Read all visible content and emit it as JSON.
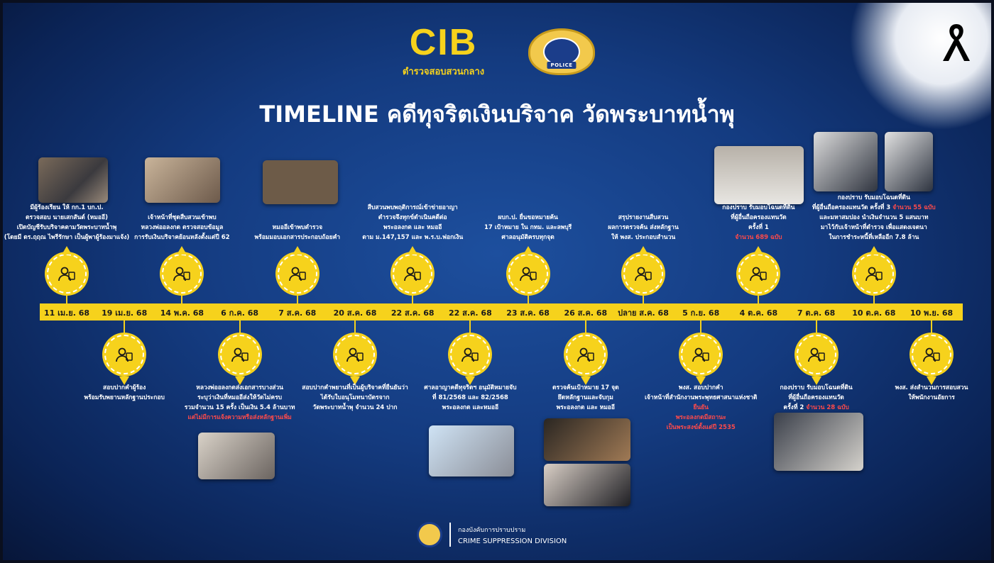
{
  "header": {
    "logo_text": "CIB",
    "logo_subtitle": "ตำรวจสอบสวนกลาง",
    "badge_text": "POLICE",
    "title": "TIMELINE คดีทุจริตเงินบริจาค วัดพระบาทน้ำพุ"
  },
  "colors": {
    "accent": "#f6d21c",
    "background": "#143b80",
    "highlight": "#ff4a4a"
  },
  "timeline": {
    "dates": [
      "11 เม.ย. 68",
      "19 เม.ย. 68",
      "14 พ.ค. 68",
      "6 ก.ค. 68",
      "7 ส.ค. 68",
      "20 ส.ค. 68",
      "22 ส.ค. 68",
      "22 ส.ค. 68",
      "23 ส.ค. 68",
      "26 ส.ค. 68",
      "ปลาย ส.ค. 68",
      "5 ก.ย. 68",
      "4 ต.ค. 68",
      "7 ต.ค. 68",
      "10 ต.ค. 68",
      "10 พ.ย. 68"
    ],
    "events": [
      {
        "icon": "complaint-person-icon",
        "lines": [
          "มีผู้ร้องเรียน ให้ กก.1 บก.ป.",
          "ตรวจสอบ นายเสกสันต์ (หมออี)",
          "เปิดบัญชีรับบริจาคตามวัดพระบาทน้ำพุ",
          "(โดยมี ดร.ฤฤณ ไพรีรักษา เป็นผู้พาผู้ร้องมาแจ้ง)"
        ]
      },
      {
        "icon": "interview-people-icon",
        "lines": [
          "สอบปากคำผู้ร้อง",
          "พร้อมรับพยานหลักฐานประกอบ"
        ]
      },
      {
        "icon": "monk-icon",
        "lines": [
          "เจ้าหน้าที่ชุดสืบสวนเข้าพบ",
          "หลวงพ่ออลงกต ตรวจสอบข้อมูล",
          "การรับเงินบริจาคย้อนหลังตั้งแต่ปี 62"
        ]
      },
      {
        "icon": "document-icon",
        "lines": [
          "หลวงพ่ออลงกตส่งเอกสารบางส่วน",
          "ระบุว่าเงินที่หมออีส่งให้วัดไม่ครบ",
          "รวมจำนวน 15 ครั้ง เป็นเงิน 5.4 ล้านบาท",
          [
            "",
            "แต่ไม่มีการแจ้งความหรือส่งหลักฐานเพิ่ม"
          ]
        ]
      },
      {
        "icon": "person-statement-icon",
        "lines": [
          "หมออีเข้าพบตำรวจ",
          "พร้อมมอบเอกสารประกอบถ้อยคำ"
        ]
      },
      {
        "icon": "witness-group-icon",
        "lines": [
          "สอบปากคำพยานที่เป็นผู้บริจาคที่ยืนยันว่า",
          "ได้รับใบอนุโมทนาบัตรจาก",
          "วัดพระบาทน้ำพุ จำนวน 24 ปาก"
        ]
      },
      {
        "icon": "investigation-document-icon",
        "lines": [
          "สืบสวนพบพฤติการณ์เข้าข่ายอาญา",
          "ตำรวจจึงทุกข์ดำเนินคดีต่อ",
          "พระอลงกต และ หมออี",
          "ตาม ม.147,157 และ พ.ร.บ.ฟอกเงิน"
        ]
      },
      {
        "icon": "court-warrant-icon",
        "lines": [
          "ศาลอาญาคดีทุจริตฯ อนุมัติหมายจับ",
          "ที่ 81/2568 และ 82/2568",
          "พระอลงกต และหมออี"
        ]
      },
      {
        "icon": "search-warrant-icon",
        "lines": [
          "ผบก.ป. ยื่นขอหมายค้น",
          "17 เป้าหมาย ใน กทม. และลพบุรี",
          "ศาลอนุมัติครบทุกจุด"
        ]
      },
      {
        "icon": "arrest-icon",
        "lines": [
          "ตรวจค้นเป้าหมาย 17 จุด",
          "ยึดหลักฐานและจับกุม",
          "พระอลงกต และ หมออี"
        ]
      },
      {
        "icon": "report-submit-icon",
        "lines": [
          "สรุปรายงานสืบสวน",
          "ผลการตรวจค้น ส่งหลักฐาน",
          "ให้ พงส. ประกอบสำนวน"
        ]
      },
      {
        "icon": "monk-interview-icon",
        "lines": [
          "พงส. สอบปากคำ",
          "เจ้าหน้าที่สำนักงานพระพุทธศาสนาแห่งชาติ",
          [
            "",
            "ยืนยัน"
          ],
          [
            "",
            "พระอลงกตมีสถานะ"
          ],
          [
            "",
            "เป็นพระสงฆ์ตั้งแต่ปี 2535"
          ]
        ]
      },
      {
        "icon": "land-deed-icon",
        "lines": [
          "กองปราบ รับมอบโฉนดที่ดิน",
          "ที่ผู้อื่นถือครองแทนวัด",
          "ครั้งที่  1",
          [
            "",
            "จำนวน 689 ฉบับ"
          ]
        ]
      },
      {
        "icon": "land-deed-icon",
        "lines": [
          "กองปราบ รับมอบโฉนดที่ดิน",
          "ที่ผู้อื่นถือครองแทนวัด",
          [
            "ครั้งที่ 2 ",
            "จำนวน 28 ฉบับ"
          ]
        ]
      },
      {
        "icon": "land-deed-approved-icon",
        "lines": [
          "กองปราบ รับมอบโฉนดที่ดิน",
          [
            "ที่ผู้อื่นถือครองแทนวัด ครั้งที่ 3 ",
            "จำนวน 55 ฉบับ"
          ],
          "และมหาสมปอง นำเงินจำนวน 5 แสนบาท",
          "มาไว้กับเจ้าหน้าที่ตำรวจ เพื่อแสดงเจตนา",
          "ในการชำระหนี้ที่เหลืออีก 7.8 ล้าน"
        ]
      },
      {
        "icon": "case-file-icon",
        "lines": [
          "พงส. ส่งสำนวนการสอบสวน",
          "ให้พนักงานอัยการ"
        ]
      }
    ]
  },
  "footer": {
    "division_thai": "กองบังคับการปราบปราม",
    "division_english": "CRIME SUPPRESSION DIVISION"
  }
}
